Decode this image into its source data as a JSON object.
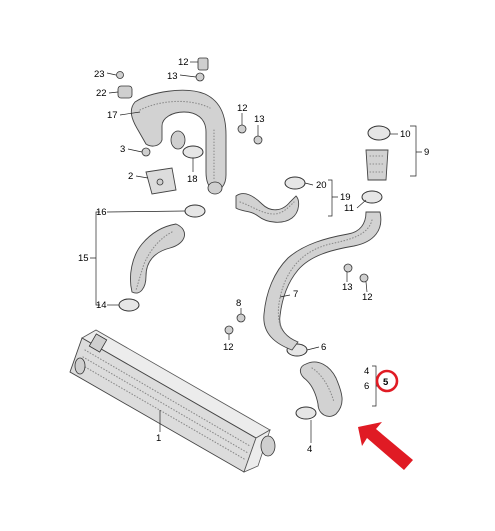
{
  "callouts": {
    "c1": "1",
    "c2": "2",
    "c3": "3",
    "c4a": "4",
    "c4b": "4",
    "c5": "5",
    "c6a": "6",
    "c6b": "6",
    "c7": "7",
    "c8": "8",
    "c9": "9",
    "c10": "10",
    "c11": "11",
    "c12a": "12",
    "c12b": "12",
    "c12c": "12",
    "c12d": "12",
    "c13a": "13",
    "c13b": "13",
    "c13c": "13",
    "c14": "14",
    "c15": "15",
    "c16": "16",
    "c17": "17",
    "c18": "18",
    "c19": "19",
    "c20": "20",
    "c22": "22",
    "c23": "23"
  },
  "highlight": {
    "part_number": "5",
    "ring_color": "#e01b24",
    "arrow_color": "#e01b24"
  }
}
